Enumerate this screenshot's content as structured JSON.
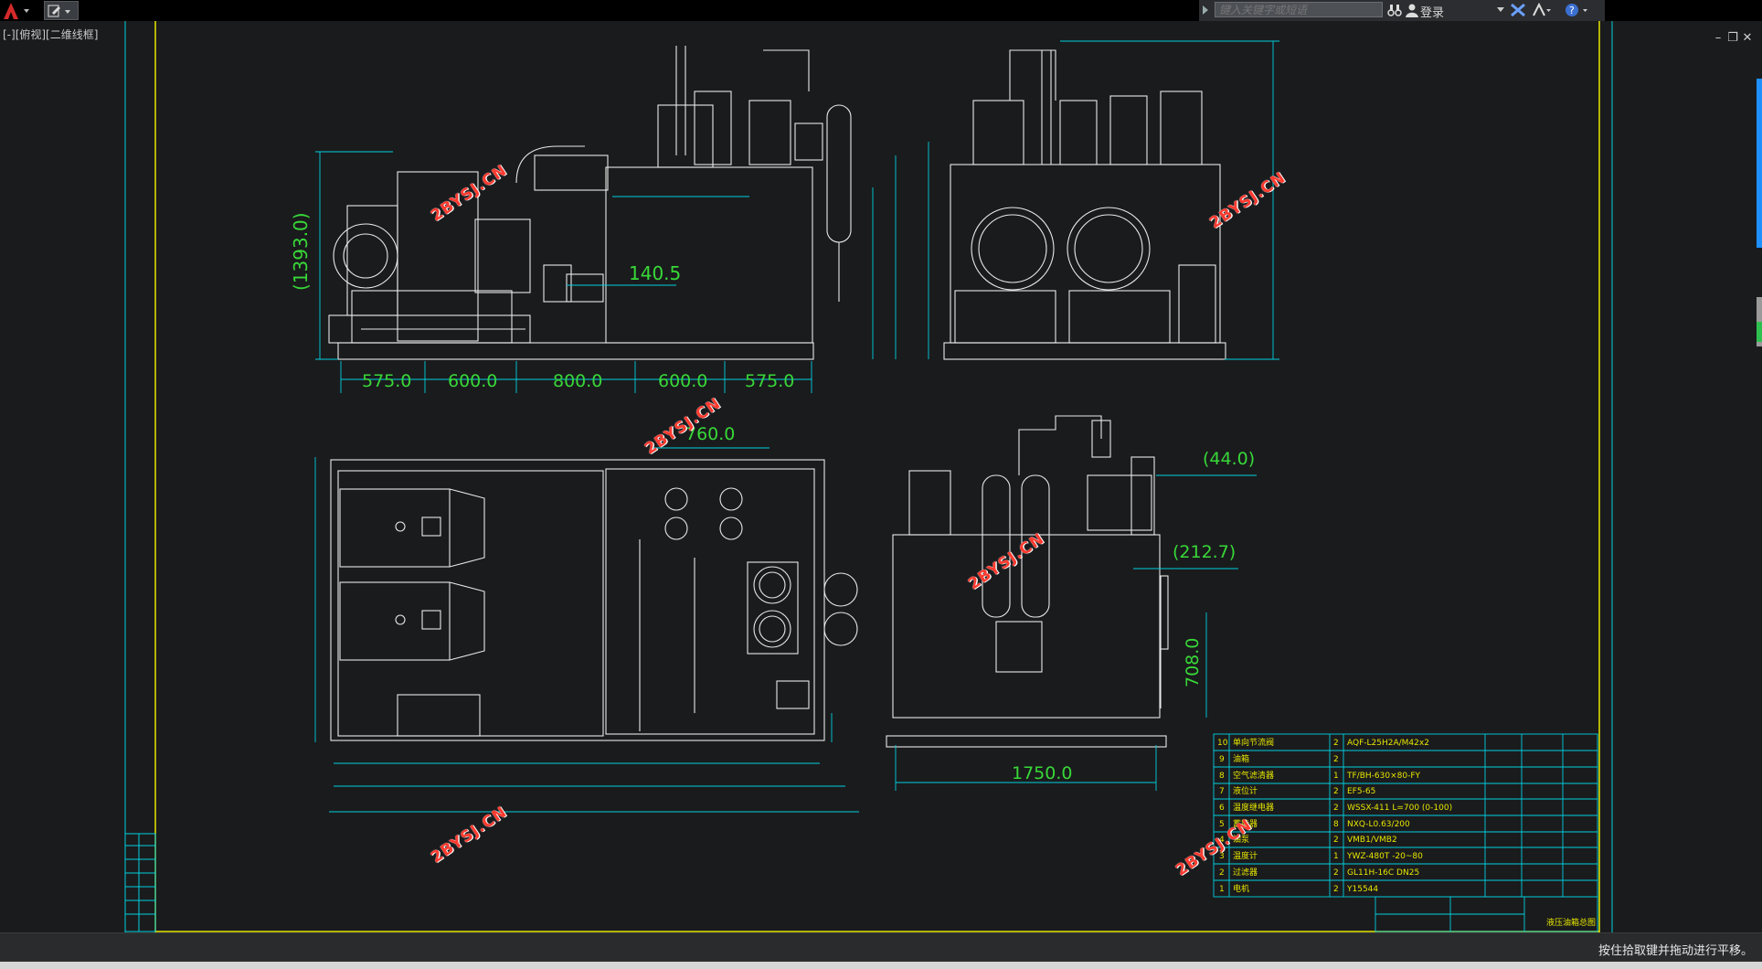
{
  "app": {
    "view_label": "[-][俯视][二维线框]",
    "search_placeholder": "键入关键字或短语",
    "login_label": "登录",
    "status_text": "按住拾取键并拖动进行平移。"
  },
  "dimensions": {
    "front_height": "(1393.0)",
    "front_inner": "140.5",
    "front_bottom": [
      "575.0",
      "600.0",
      "800.0",
      "600.0",
      "575.0"
    ],
    "plan_top": "760.0",
    "end_top": "(44.0)",
    "end_side": "(212.7)",
    "end_height": "708.0",
    "end_bottom": "1750.0"
  },
  "watermarks": [
    "2BYSJ.CN",
    "2BYSJ.CN",
    "2BYSJ.CN",
    "2BYSJ.CN",
    "2BYSJ.CN",
    "2BYSJ.CN"
  ],
  "bom": {
    "rows": [
      {
        "no": "10",
        "name": "单向节流阀",
        "qty": "2",
        "spec": "AQF-L25H2A/M42x2"
      },
      {
        "no": "9",
        "name": "油箱",
        "qty": "2",
        "spec": ""
      },
      {
        "no": "8",
        "name": "空气滤清器",
        "qty": "1",
        "spec": "TF/BH-630×80-FY"
      },
      {
        "no": "7",
        "name": "液位计",
        "qty": "2",
        "spec": "EF5-65"
      },
      {
        "no": "6",
        "name": "温度继电器",
        "qty": "2",
        "spec": "WSSX-411 L=700 (0-100)"
      },
      {
        "no": "5",
        "name": "蓄能器",
        "qty": "8",
        "spec": "NXQ-L0.63/200"
      },
      {
        "no": "4",
        "name": "油泵",
        "qty": "2",
        "spec": "VMB1/VMB2"
      },
      {
        "no": "3",
        "name": "温度计",
        "qty": "1",
        "spec": "YWZ-480T -20~80"
      },
      {
        "no": "2",
        "name": "过滤器",
        "qty": "2",
        "spec": "GL11H-16C DN25"
      },
      {
        "no": "1",
        "name": "电机",
        "qty": "2",
        "spec": "Y15544"
      }
    ],
    "title": "液压油箱总图"
  },
  "colors": {
    "background": "#1a1b1d",
    "frame_yellow": "#e8e800",
    "frame_cyan": "#00d0e0",
    "dimension_green": "#38d838",
    "geometry_white": "#e8e8e8",
    "watermark_red": "#ff3b30"
  }
}
